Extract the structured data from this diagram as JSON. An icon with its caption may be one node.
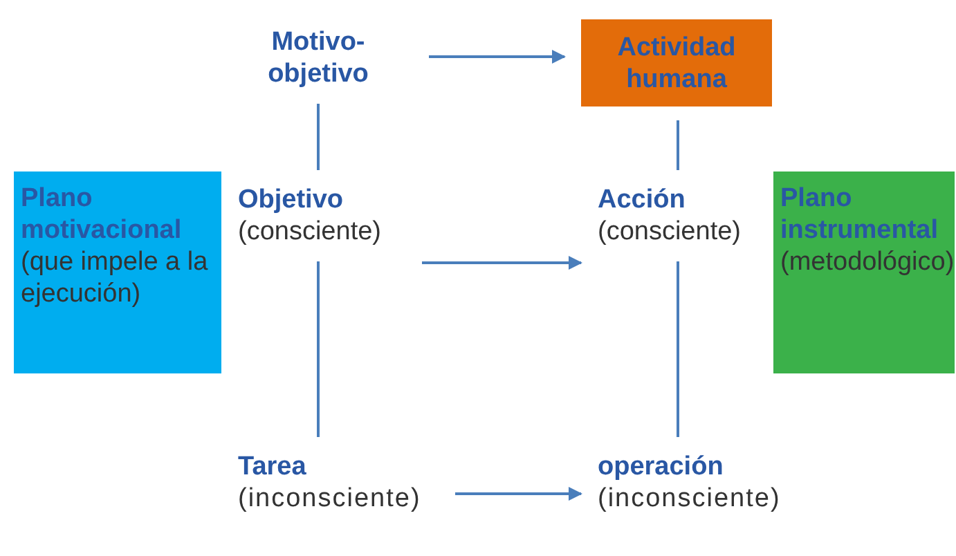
{
  "diagram": {
    "nodes": [
      {
        "text": [
          "Motivo-objetivo"
        ]
      },
      {
        "text": [
          "Actividad humana"
        ]
      },
      {
        "text": [
          "Plano motivacional",
          "(que impele a la ejecución)"
        ]
      },
      {
        "text": [
          "Objetivo",
          "(consciente)"
        ]
      },
      {
        "text": [
          "Acción",
          "(consciente)"
        ]
      },
      {
        "text": [
          "Plano instrumental",
          "(metodológico)"
        ]
      },
      {
        "text": [
          "Tarea",
          "(inconsciente)"
        ]
      },
      {
        "text": [
          "operación",
          "(inconsciente)"
        ]
      }
    ],
    "edges": [
      {
        "from": 0,
        "to": 1,
        "arrow": "to"
      },
      {
        "from": 0,
        "to": 3,
        "arrow": "none"
      },
      {
        "from": 1,
        "to": 4,
        "arrow": "none"
      },
      {
        "from": 3,
        "to": 4,
        "arrow": "to"
      },
      {
        "from": 3,
        "to": 6,
        "arrow": "none"
      },
      {
        "from": 4,
        "to": 7,
        "arrow": "none"
      },
      {
        "from": 6,
        "to": 7,
        "arrow": "to"
      }
    ]
  }
}
